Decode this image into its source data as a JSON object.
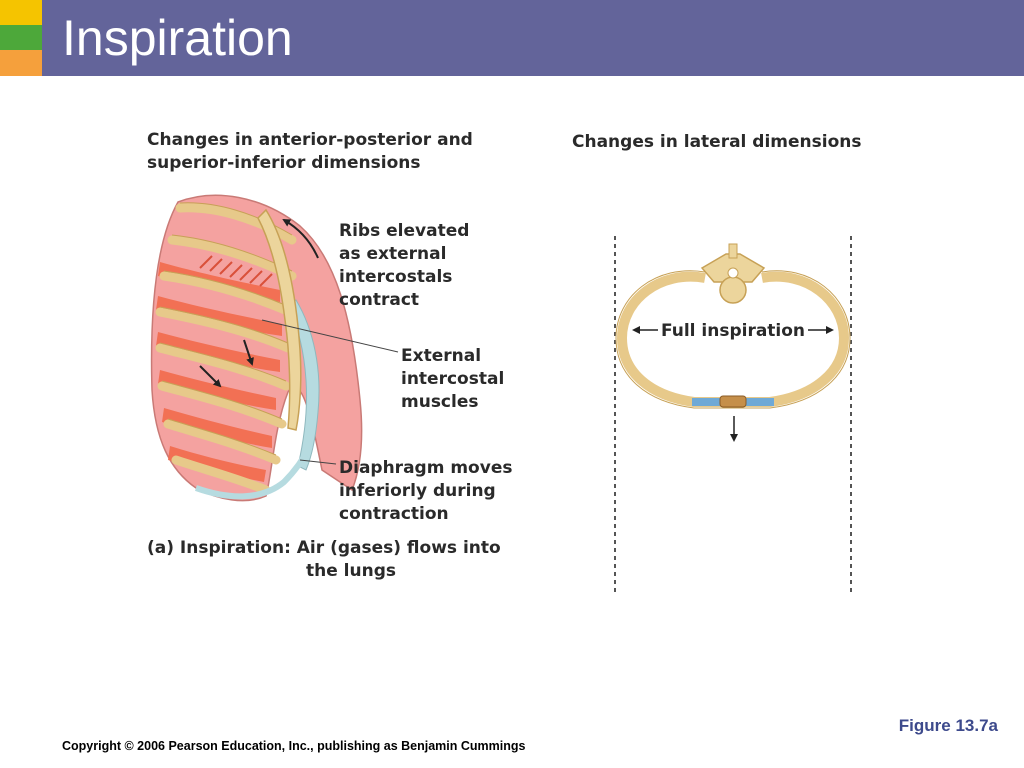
{
  "slide": {
    "title": "Inspiration",
    "figure_number": "Figure 13.7a",
    "copyright": "Copyright © 2006 Pearson Education, Inc., publishing as Benjamin Cummings"
  },
  "diagram": {
    "left_heading": [
      "Changes in anterior-posterior and",
      "superior-inferior dimensions"
    ],
    "right_heading": "Changes in lateral dimensions",
    "label_ribs": [
      "Ribs elevated",
      "as external",
      "intercostals",
      "contract"
    ],
    "label_muscles": [
      "External",
      "intercostal",
      "muscles"
    ],
    "label_diaphragm": [
      "Diaphragm moves",
      "inferiorly during",
      "contraction"
    ],
    "caption": [
      "(a) Inspiration: Air (gases) flows into",
      "the lungs"
    ],
    "full_inspiration": "Full inspiration"
  },
  "colors": {
    "title_bar": "#63649a",
    "accent_yellow": "#f5c400",
    "accent_green": "#4da83a",
    "accent_orange": "#f5a03c",
    "rib": "#e7c98a",
    "rib_outline": "#c7a156",
    "muscle": "#f26e50",
    "cartilage": "#b6dbe0",
    "lung": "#f4a2a0",
    "figure_number": "#3d4a8c"
  }
}
